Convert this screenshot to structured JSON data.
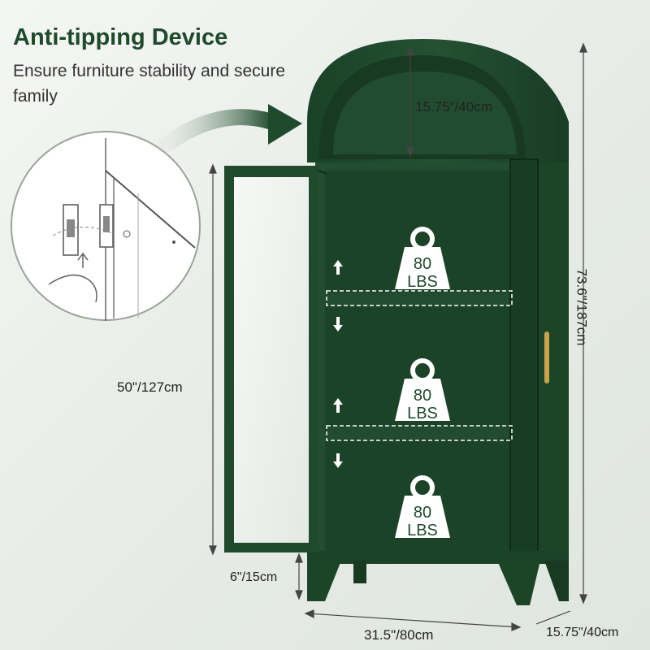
{
  "heading": {
    "title": "Anti-tipping Device",
    "subtitle": "Ensure furniture stability and secure family"
  },
  "dimensions": {
    "arch_height": "15.75\"/40cm",
    "door_height": "50\"/127cm",
    "total_height": "73.6\"/187cm",
    "leg_height": "6\"/15cm",
    "width": "31.5\"/80cm",
    "depth": "15.75\"/40cm"
  },
  "weights": [
    {
      "number": "80",
      "unit": "LBS"
    },
    {
      "number": "80",
      "unit": "LBS"
    },
    {
      "number": "80",
      "unit": "LBS"
    }
  ],
  "colors": {
    "cabinet": "#1f4a2c",
    "cabinet_dark": "#163a22",
    "accent_gold": "#c9a24a"
  }
}
